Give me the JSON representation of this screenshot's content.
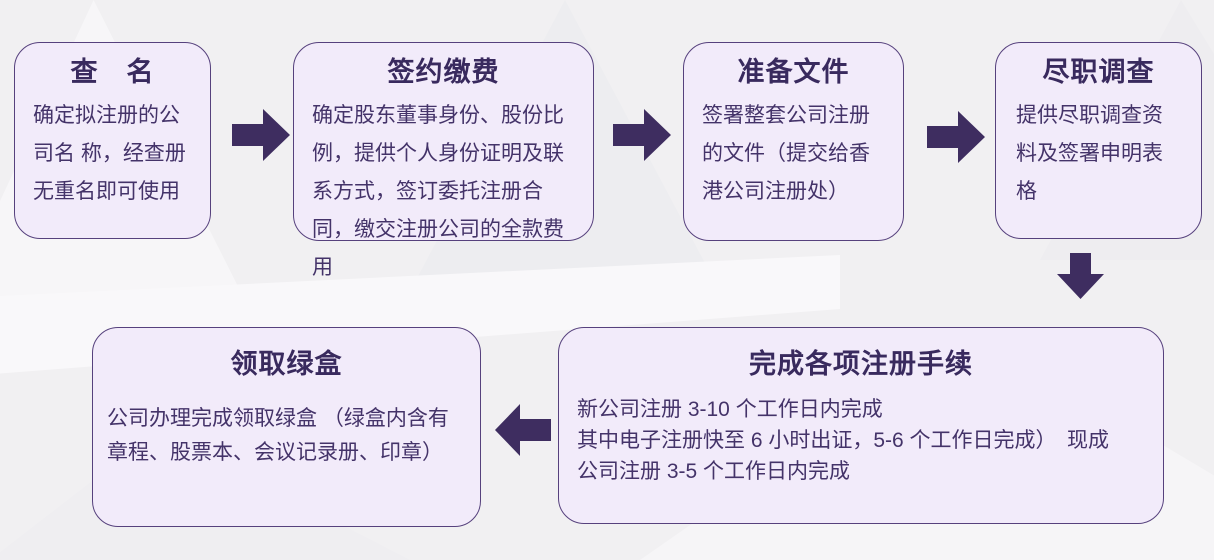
{
  "flow": {
    "steps": [
      {
        "title": "查　名",
        "body": "确定拟注册的公司名 称，经查册无重名即可使用"
      },
      {
        "title": "签约缴费",
        "body": "确定股东董事身份、股份比例，提供个人身份证明及联系方式，签订委托注册合同，缴交注册公司的全款费用"
      },
      {
        "title": "准备文件",
        "body": "签署整套公司注册的文件（提交给香港公司注册处）"
      },
      {
        "title": "尽职调查",
        "body": "提供尽职调查资料及签署申明表格"
      },
      {
        "title": "完成各项注册手续",
        "body_lines": [
          "新公司注册 3-10 个工作日内完成",
          "其中电子注册快至 6 小时出证，5-6 个工作日完成）　现成",
          "公司注册 3-5 个工作日内完成"
        ]
      },
      {
        "title": "领取绿盒",
        "body": "公司办理完成领取绿盒 （绿盒内含有章程、股票本、会议记录册、印章）"
      }
    ],
    "colors": {
      "background": "#F1F0F2",
      "box_fill": "#F2EBFA",
      "box_border": "#56417D",
      "title_text": "#392A5E",
      "body_text": "#443369",
      "arrow": "#3E2D60"
    }
  }
}
